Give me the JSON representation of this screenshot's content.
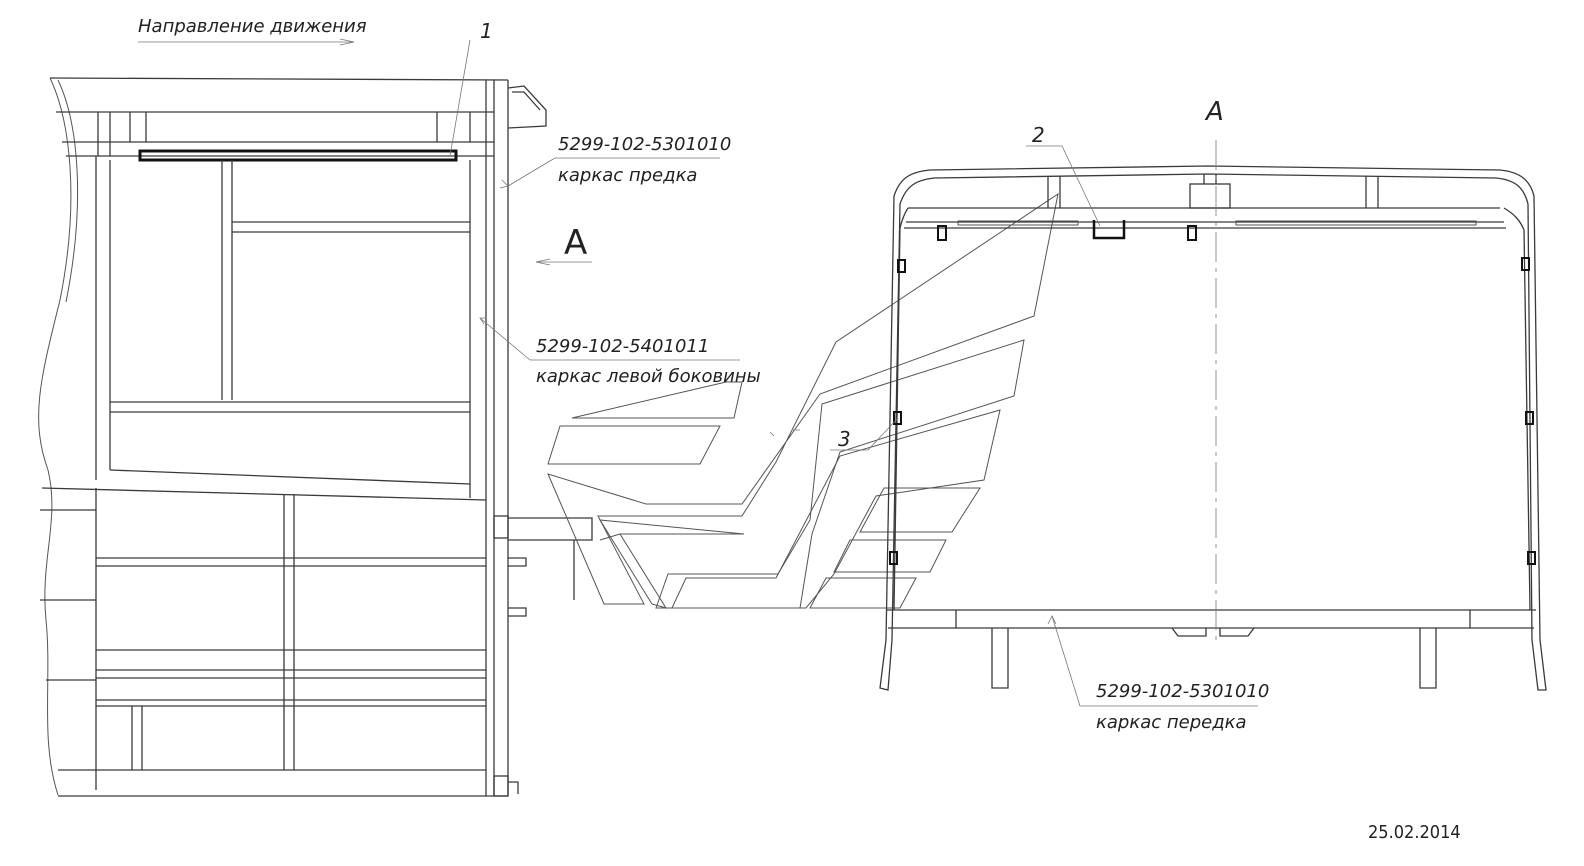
{
  "direction_label": "Направление движения",
  "callouts": {
    "one": "1",
    "two": "2",
    "three": "3"
  },
  "part_front_top": {
    "number": "5299-102-5301010",
    "name": "каркас предка"
  },
  "part_left_side": {
    "number": "5299-102-5401011",
    "name": "каркас левой боковины"
  },
  "part_front_bottom": {
    "number": "5299-102-5301010",
    "name": "каркас передка"
  },
  "view_marker": "А",
  "view_title": "А",
  "date": "25.02.2014"
}
